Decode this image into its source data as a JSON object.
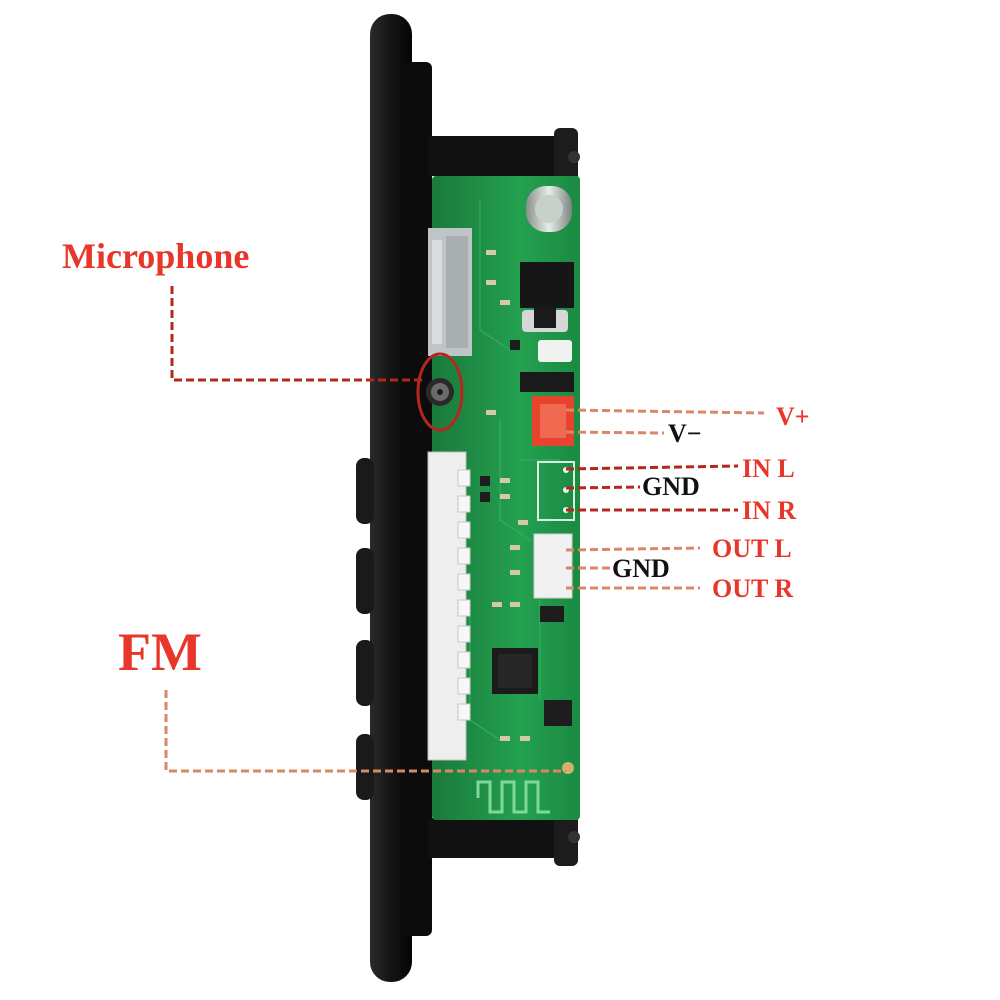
{
  "labels": {
    "microphone": "Microphone",
    "fm": "FM",
    "v_plus": "V+",
    "v_minus": "V−",
    "in_l": "IN L",
    "gnd_in": "GND",
    "in_r": "IN R",
    "out_l": "OUT L",
    "gnd_out": "GND",
    "out_r": "OUT R"
  },
  "colors": {
    "label_red": "#e8372a",
    "label_black": "#111111",
    "leader_dark_red": "#b5271e",
    "leader_salmon": "#d9876a",
    "pcb_green": "#1f8f45",
    "panel_black": "#151515",
    "connector_red": "#e8432c"
  }
}
